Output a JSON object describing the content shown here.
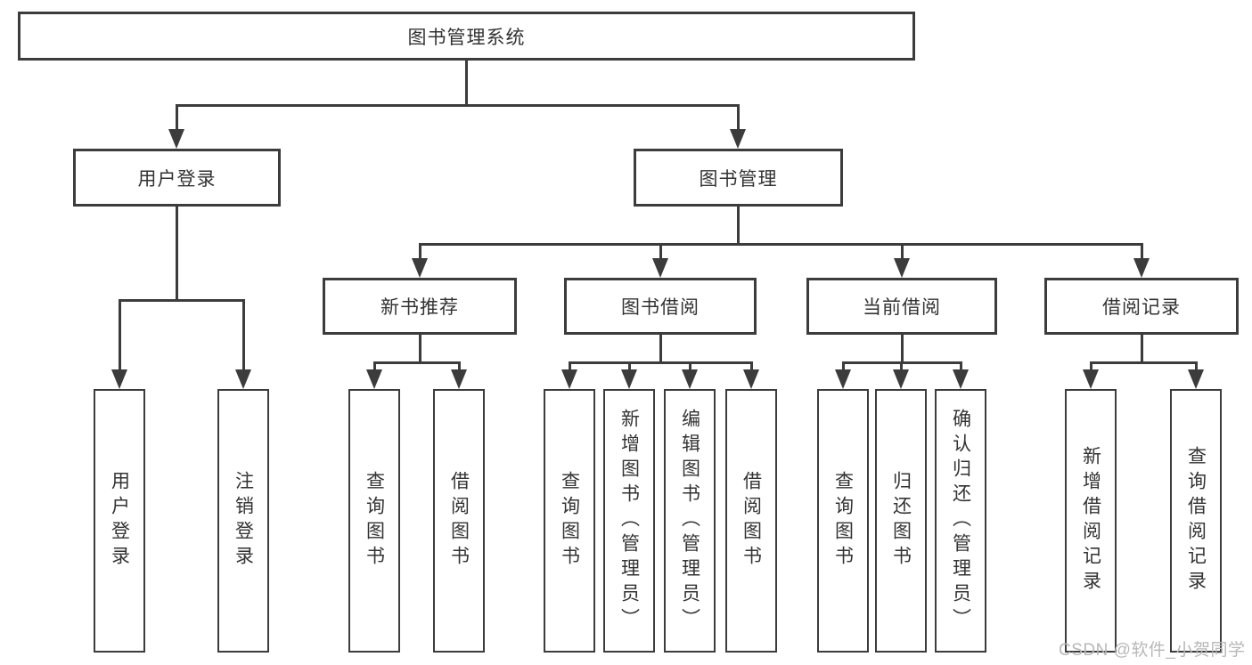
{
  "tree": {
    "root": {
      "label": "图书管理系统",
      "children": [
        {
          "label": "用户登录",
          "children": [
            {
              "label": "用户登录"
            },
            {
              "label": "注销登录"
            }
          ]
        },
        {
          "label": "图书管理",
          "children": [
            {
              "label": "新书推荐",
              "children": [
                {
                  "label": "查询图书"
                },
                {
                  "label": "借阅图书"
                }
              ]
            },
            {
              "label": "图书借阅",
              "children": [
                {
                  "label": "查询图书"
                },
                {
                  "label": "新增图书（管理员）"
                },
                {
                  "label": "编辑图书（管理员）"
                },
                {
                  "label": "借阅图书"
                }
              ]
            },
            {
              "label": "当前借阅",
              "children": [
                {
                  "label": "查询图书"
                },
                {
                  "label": "归还图书"
                },
                {
                  "label": "确认归还（管理员）"
                }
              ]
            },
            {
              "label": "借阅记录",
              "children": [
                {
                  "label": "新增借阅记录"
                },
                {
                  "label": "查询借阅记录"
                }
              ]
            }
          ]
        }
      ]
    }
  },
  "watermark": "CSDN @软件_小贺同学",
  "colors": {
    "line": "#3c3c3c",
    "text": "#333333",
    "watermark": "#b8b8b8",
    "background": "#ffffff"
  }
}
